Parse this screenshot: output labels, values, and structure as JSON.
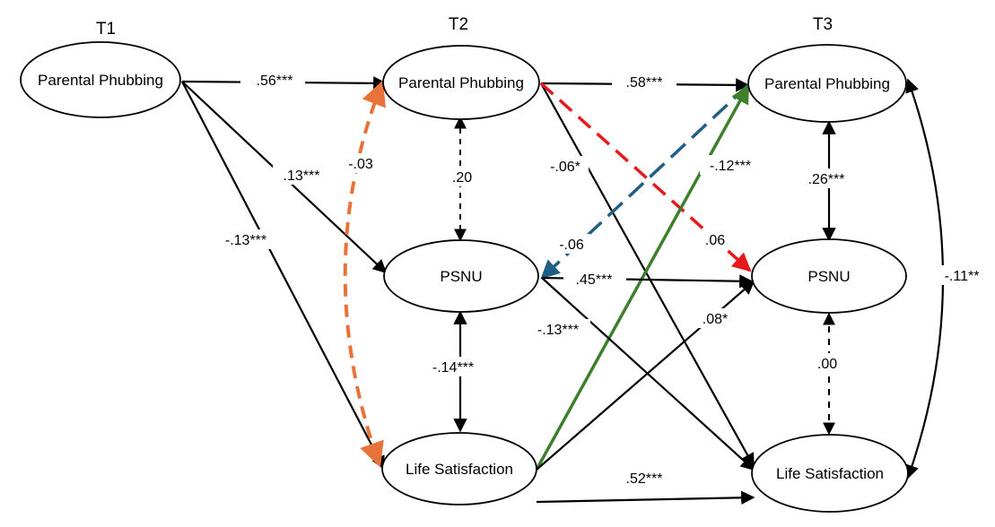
{
  "time_labels": {
    "t1": "T1",
    "t2": "T2",
    "t3": "T3"
  },
  "nodes": {
    "t1_pp": "Parental Phubbing",
    "t2_pp": "Parental Phubbing",
    "t2_psnu": "PSNU",
    "t2_ls": "Life Satisfaction",
    "t3_pp": "Parental Phubbing",
    "t3_psnu": "PSNU",
    "t3_ls": "Life Satisfaction"
  },
  "coefficients": {
    "t1pp_t2pp": ".56***",
    "t1pp_t2psnu": ".13***",
    "t1pp_t2ls": "-.13***",
    "t2pp_t2ls_cov": "-.03",
    "t2pp_t2psnu_cov": ".20",
    "t2psnu_t2ls_cov": "-.14***",
    "t2pp_t3pp": ".58***",
    "t2pp_t3ls": "-.06*",
    "t2pp_t3psnu": ".06",
    "t3pp_t2psnu": "-.06",
    "t2ls_t3pp": "-.12***",
    "t2psnu_t3psnu": ".45***",
    "t2psnu_t3ls": "-.13***",
    "t2ls_t3psnu": ".08*",
    "t2ls_t3ls": ".52***",
    "t3pp_t3psnu_cov": ".26***",
    "t3psnu_t3ls_cov": ".00",
    "t3pp_t3ls_cov": "-.11**"
  },
  "colors": {
    "orange_path": "#e8733a",
    "red_path": "#e8191c",
    "blue_path": "#1f5f85",
    "green_path": "#3d7f2a",
    "black_path": "#000000"
  }
}
